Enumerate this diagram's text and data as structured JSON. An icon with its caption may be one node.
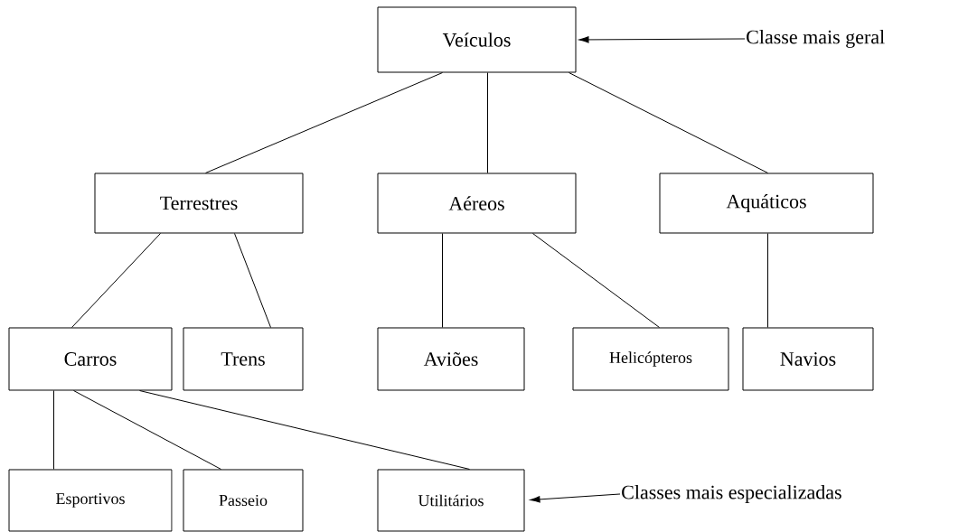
{
  "diagram": {
    "nodes": [
      {
        "text": [
          "Veículos"
        ]
      },
      {
        "text": [
          "Terrestres"
        ]
      },
      {
        "text": [
          "Aéreos"
        ]
      },
      {
        "text": [
          "Aquáticos"
        ]
      },
      {
        "text": [
          "Carros"
        ]
      },
      {
        "text": [
          "Trens"
        ]
      },
      {
        "text": [
          "Aviões"
        ]
      },
      {
        "text": [
          "Helicópteros"
        ]
      },
      {
        "text": [
          "Navios"
        ]
      },
      {
        "text": [
          "Esportivos"
        ]
      },
      {
        "text": [
          "Passeio"
        ]
      },
      {
        "text": [
          "Utilitários"
        ]
      },
      {
        "text": [
          "Classe mais geral"
        ]
      },
      {
        "text": [
          "Classes mais especializadas"
        ]
      }
    ],
    "edges": [
      {
        "from": 0,
        "to": 1,
        "arrow": "none"
      },
      {
        "from": 0,
        "to": 2,
        "arrow": "none"
      },
      {
        "from": 0,
        "to": 3,
        "arrow": "none"
      },
      {
        "from": 1,
        "to": 4,
        "arrow": "none"
      },
      {
        "from": 1,
        "to": 5,
        "arrow": "none"
      },
      {
        "from": 2,
        "to": 6,
        "arrow": "none"
      },
      {
        "from": 2,
        "to": 7,
        "arrow": "none"
      },
      {
        "from": 3,
        "to": 8,
        "arrow": "none"
      },
      {
        "from": 4,
        "to": 9,
        "arrow": "none"
      },
      {
        "from": 4,
        "to": 10,
        "arrow": "none"
      },
      {
        "from": 4,
        "to": 11,
        "arrow": "none"
      },
      {
        "from": 12,
        "to": 0,
        "arrow": "to"
      },
      {
        "from": 13,
        "to": 11,
        "arrow": "to"
      }
    ]
  }
}
